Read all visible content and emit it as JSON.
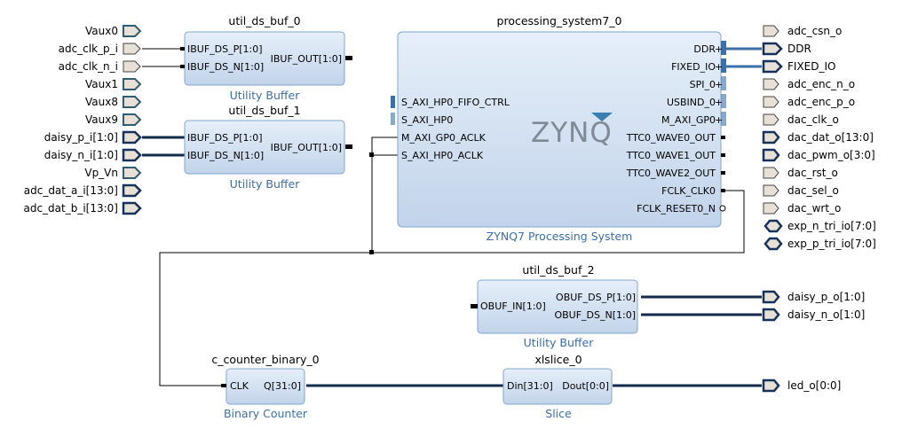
{
  "left_ports": [
    {
      "id": "vaux0",
      "label": "Vaux0",
      "kind": "teal"
    },
    {
      "id": "adc_clk_p_i",
      "label": "adc_clk_p_i",
      "kind": "in"
    },
    {
      "id": "adc_clk_n_i",
      "label": "adc_clk_n_i",
      "kind": "in"
    },
    {
      "id": "vaux1",
      "label": "Vaux1",
      "kind": "teal"
    },
    {
      "id": "vaux8",
      "label": "Vaux8",
      "kind": "teal"
    },
    {
      "id": "vaux9",
      "label": "Vaux9",
      "kind": "teal"
    },
    {
      "id": "daisy_p_i",
      "label": "daisy_p_i[1:0]",
      "kind": "bus"
    },
    {
      "id": "daisy_n_i",
      "label": "daisy_n_i[1:0]",
      "kind": "bus"
    },
    {
      "id": "vp_vn",
      "label": "Vp_Vn",
      "kind": "teal"
    },
    {
      "id": "adc_dat_a_i",
      "label": "adc_dat_a_i[13:0]",
      "kind": "bus"
    },
    {
      "id": "adc_dat_b_i",
      "label": "adc_dat_b_i[13:0]",
      "kind": "bus"
    }
  ],
  "right_ports": [
    {
      "id": "adc_csn_o",
      "label": "adc_csn_o",
      "kind": "out"
    },
    {
      "id": "ddr",
      "label": "DDR",
      "kind": "ifc"
    },
    {
      "id": "fixed_io",
      "label": "FIXED_IO",
      "kind": "ifc"
    },
    {
      "id": "adc_enc_n_o",
      "label": "adc_enc_n_o",
      "kind": "out"
    },
    {
      "id": "adc_enc_p_o",
      "label": "adc_enc_p_o",
      "kind": "out"
    },
    {
      "id": "dac_clk_o",
      "label": "dac_clk_o",
      "kind": "out"
    },
    {
      "id": "dac_dat_o",
      "label": "dac_dat_o[13:0]",
      "kind": "busout"
    },
    {
      "id": "dac_pwm_o",
      "label": "dac_pwm_o[3:0]",
      "kind": "busout"
    },
    {
      "id": "dac_rst_o",
      "label": "dac_rst_o",
      "kind": "out"
    },
    {
      "id": "dac_sel_o",
      "label": "dac_sel_o",
      "kind": "out"
    },
    {
      "id": "dac_wrt_o",
      "label": "dac_wrt_o",
      "kind": "out"
    },
    {
      "id": "exp_n_tri_io",
      "label": "exp_n_tri_io[7:0]",
      "kind": "io"
    },
    {
      "id": "exp_p_tri_io",
      "label": "exp_p_tri_io[7:0]",
      "kind": "io"
    }
  ],
  "blocks": {
    "util_ds_buf_0": {
      "name": "util_ds_buf_0",
      "type": "Utility Buffer",
      "in1": "IBUF_DS_P[1:0]",
      "in2": "IBUF_DS_N[1:0]",
      "out": "IBUF_OUT[1:0]"
    },
    "util_ds_buf_1": {
      "name": "util_ds_buf_1",
      "type": "Utility Buffer",
      "in1": "IBUF_DS_P[1:0]",
      "in2": "IBUF_DS_N[1:0]",
      "out": "IBUF_OUT[1:0]"
    },
    "util_ds_buf_2": {
      "name": "util_ds_buf_2",
      "type": "Utility Buffer",
      "in": "OBUF_IN[1:0]",
      "out1": "OBUF_DS_P[1:0]",
      "out2": "OBUF_DS_N[1:0]"
    },
    "ps7": {
      "name": "processing_system7_0",
      "type": "ZYNQ7 Processing System",
      "logo": "ZYNQ",
      "left_pins": [
        "S_AXI_HP0_FIFO_CTRL",
        "S_AXI_HP0",
        "M_AXI_GP0_ACLK",
        "S_AXI_HP0_ACLK"
      ],
      "right_pins": [
        "DDR",
        "FIXED_IO",
        "SPI_0",
        "USBIND_0",
        "M_AXI_GP0",
        "TTC0_WAVE0_OUT",
        "TTC0_WAVE1_OUT",
        "TTC0_WAVE2_OUT",
        "FCLK_CLK0",
        "FCLK_RESET0_N"
      ]
    },
    "counter": {
      "name": "c_counter_binary_0",
      "type": "Binary Counter",
      "in": "CLK",
      "out": "Q[31:0]"
    },
    "slice": {
      "name": "xlslice_0",
      "type": "Slice",
      "in": "Din[31:0]",
      "out": "Dout[0:0]"
    }
  },
  "led_port": {
    "label": "led_o[0:0]"
  },
  "daisy_out_ports": [
    {
      "label": "daisy_p_o[1:0]"
    },
    {
      "label": "daisy_n_o[1:0]"
    }
  ],
  "colors": {
    "block_fill_top": "#e6effa",
    "block_fill_bottom": "#c2d4ea",
    "block_border": "#7fa6cc",
    "bus_wire": "#142a4a",
    "interface_wire": "#3a6fa8",
    "sub_label": "#3a6fa8"
  }
}
